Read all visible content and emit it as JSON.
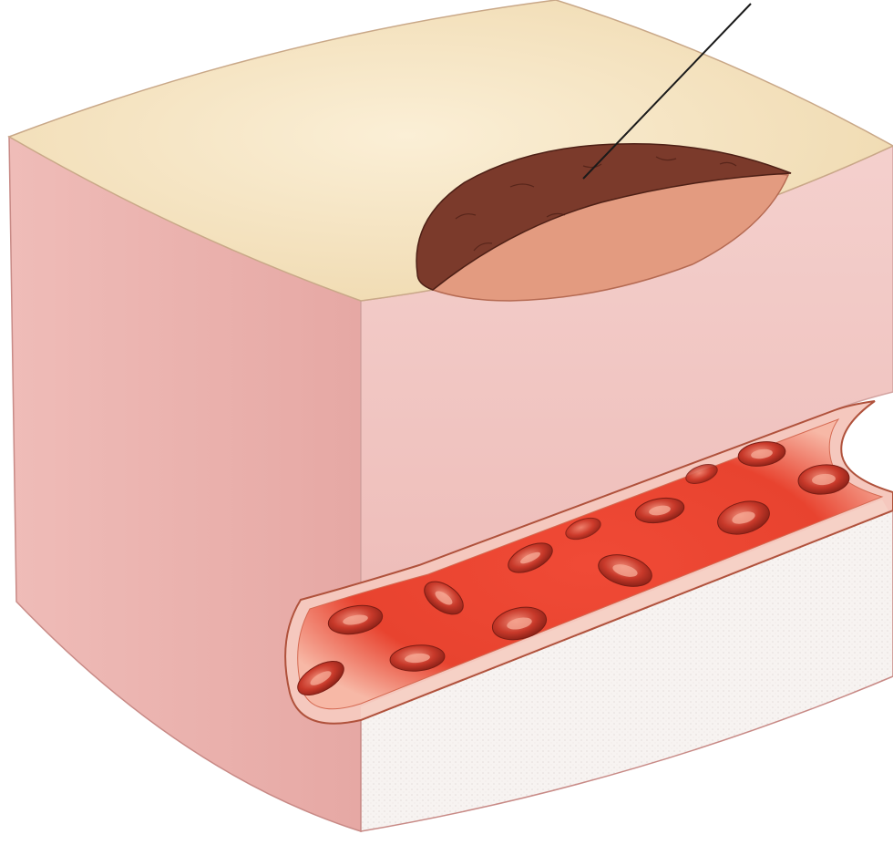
{
  "diagram": {
    "subject": "skin-tissue-block",
    "labels": [],
    "parts": [
      {
        "id": "skin-top-surface",
        "color": "#f3e1b9"
      },
      {
        "id": "skin-left-face",
        "color": "#eab1ad"
      },
      {
        "id": "skin-front-face",
        "color": "#f1c6c3"
      },
      {
        "id": "scab-wound",
        "color": "#7b3a2b"
      },
      {
        "id": "wound-bed",
        "color": "#e29a7e"
      },
      {
        "id": "blood-vessel",
        "color": "#e23a28"
      },
      {
        "id": "red-blood-cells",
        "color": "#c83424",
        "count": 13
      },
      {
        "id": "subcutaneous-layer",
        "color": "#f7f3f1"
      },
      {
        "id": "pointer-line",
        "color": "#1a1a1a"
      }
    ]
  }
}
